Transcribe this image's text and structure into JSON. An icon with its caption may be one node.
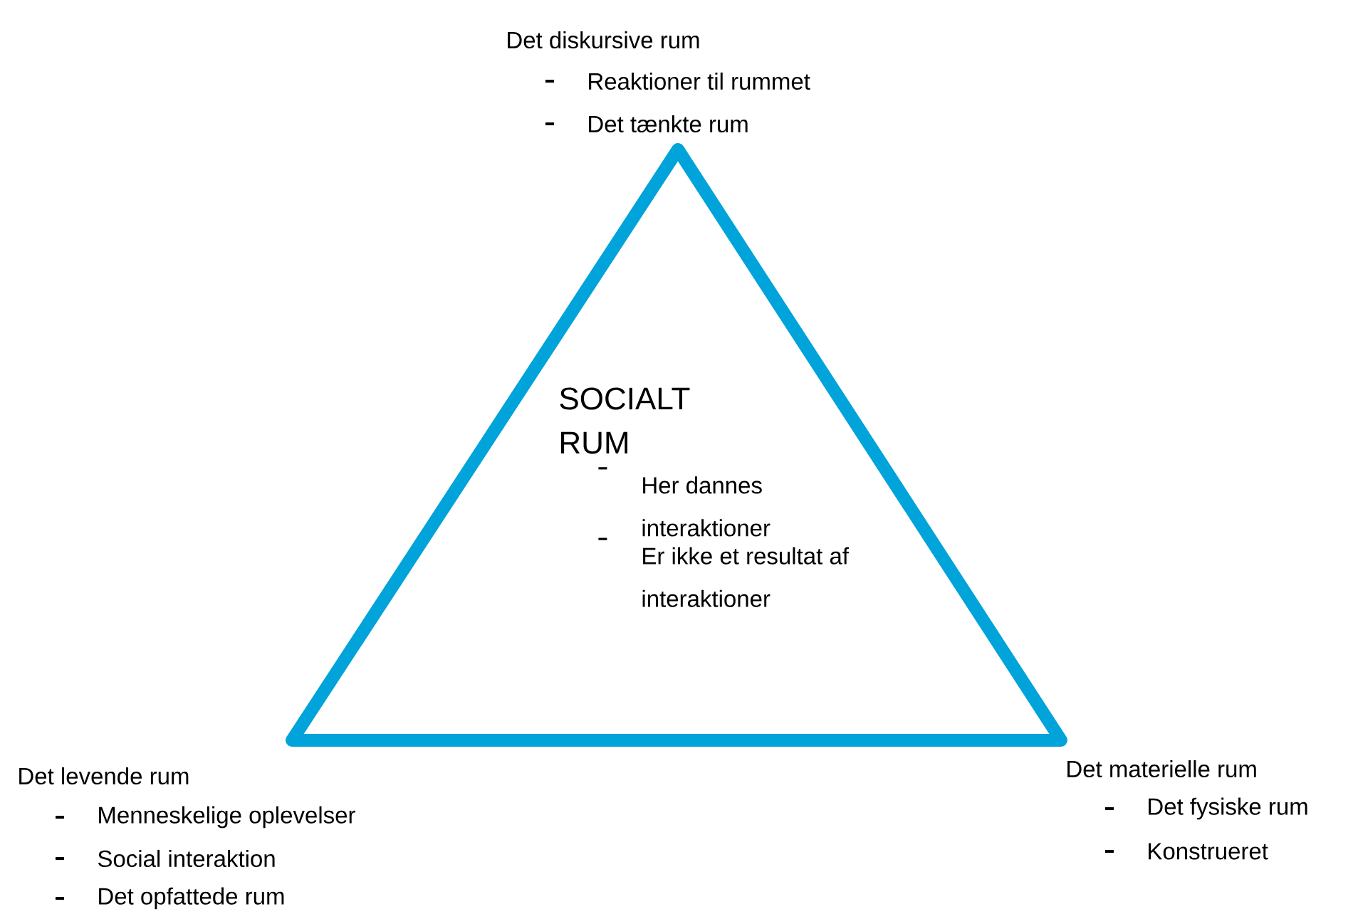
{
  "diagram": {
    "nodes": [
      {
        "text": [
          "SOCIALT RUM",
          "Her dannes interaktioner",
          "Er ikke et resultat af interaktioner"
        ]
      }
    ],
    "labels": [
      "Det diskursive rum",
      "Reaktioner til rummet",
      "Det tænkte rum",
      "Det levende rum",
      "Menneskelige oplevelser",
      "Social interaktion",
      "Det opfattede rum",
      "Det materielle rum",
      "Det fysiske rum",
      "Konstrueret"
    ]
  }
}
